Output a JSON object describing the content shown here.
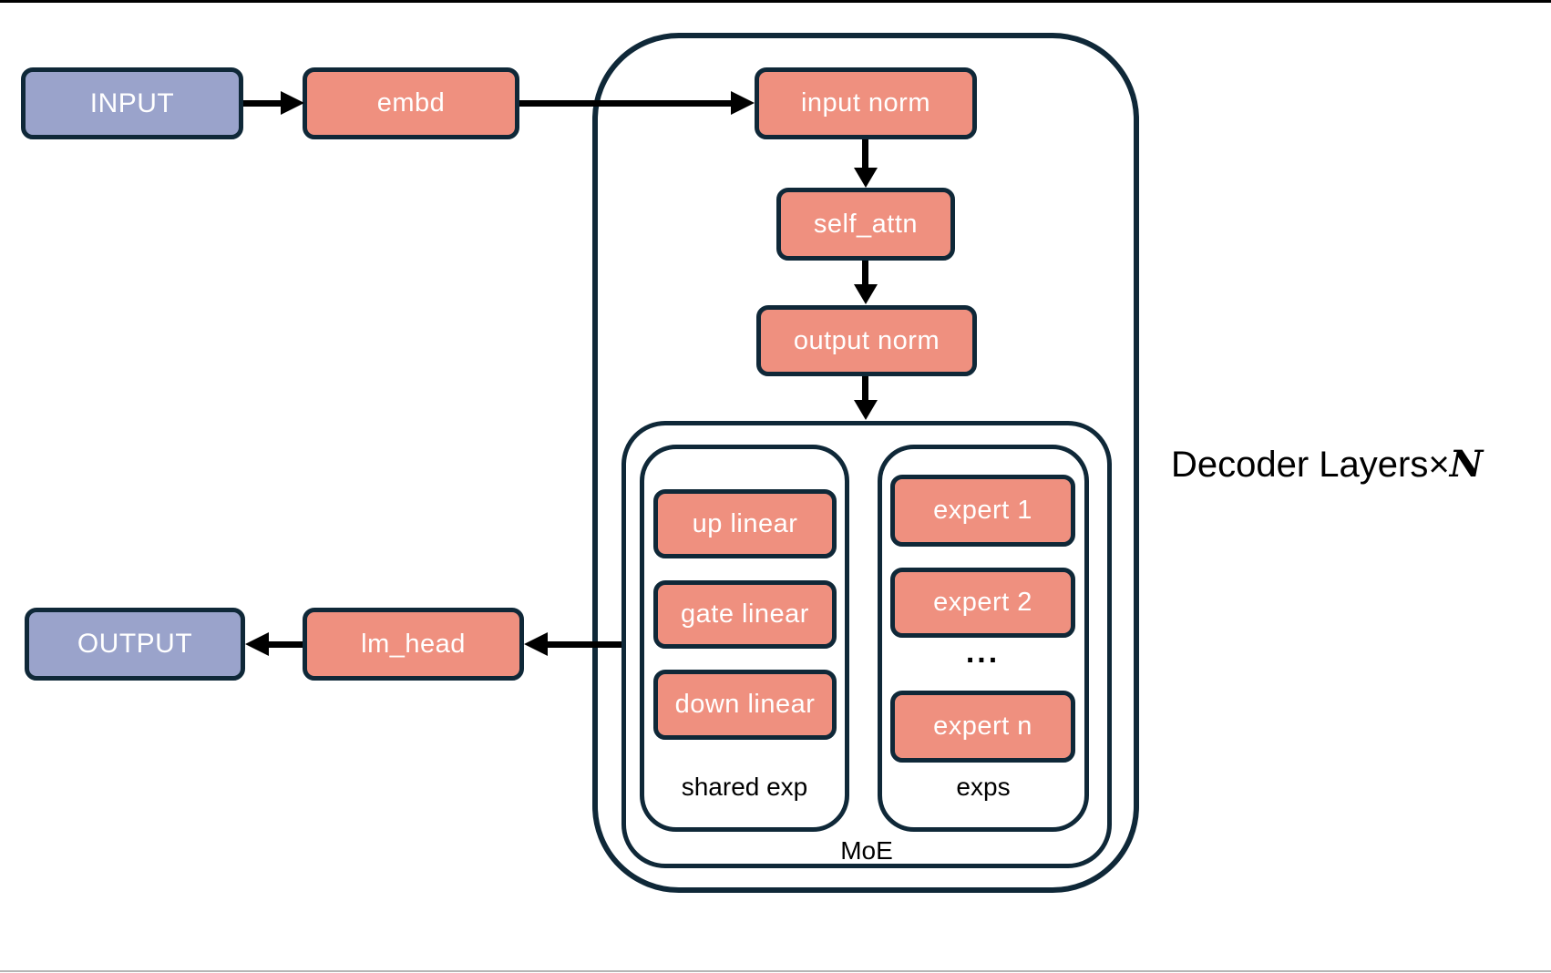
{
  "colors": {
    "box_fill": "#EF907F",
    "io_fill": "#9AA3CB",
    "stroke": "#0F2838",
    "arrow": "#000000",
    "text_light": "#FFFFFF",
    "text_dark": "#000000"
  },
  "nodes": {
    "input": "INPUT",
    "embd": "embd",
    "input_norm": "input norm",
    "self_attn": "self_attn",
    "output_norm": "output norm",
    "lm_head": "lm_head",
    "output": "OUTPUT"
  },
  "decoder": {
    "label_prefix": "Decoder Layers",
    "times_symbol": "×",
    "layers_var": "N"
  },
  "moe": {
    "label": "MoE",
    "shared_exp": {
      "label": "shared exp",
      "blocks": [
        "up linear",
        "gate linear",
        "down linear"
      ]
    },
    "experts": {
      "label": "exps",
      "blocks": [
        "expert 1",
        "expert 2"
      ],
      "ellipsis": "...",
      "last_block": "expert n"
    }
  }
}
